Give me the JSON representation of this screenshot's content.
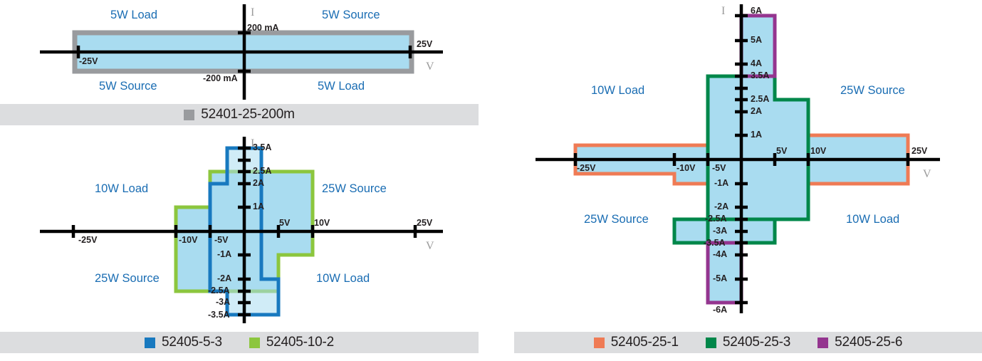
{
  "chart_data": [
    {
      "id": "chart-top-left",
      "type": "area",
      "title": "",
      "xlabel": "V",
      "ylabel": "I",
      "xlim": [
        -30,
        30
      ],
      "ylim": [
        -0.3,
        0.3
      ],
      "grid": false,
      "legend_position": "bottom",
      "quadrant_labels": {
        "top_left": "5W Load",
        "top_right": "5W Source",
        "bottom_left": "5W Source",
        "bottom_right": "5W Load"
      },
      "x_ticks": [
        {
          "value": -25,
          "label": "-25V"
        },
        {
          "value": 25,
          "label": "25V"
        }
      ],
      "y_ticks": [
        {
          "value": 0.2,
          "label": "200 mA"
        },
        {
          "value": -0.2,
          "label": "-200 mA"
        }
      ],
      "series": [
        {
          "name": "52401-25-200m",
          "color": "#999b9e",
          "fill": "#a9dcf0",
          "points": [
            [
              -25,
              0.2
            ],
            [
              25,
              0.2
            ],
            [
              25,
              -0.2
            ],
            [
              -25,
              -0.2
            ]
          ]
        }
      ]
    },
    {
      "id": "chart-bottom-left",
      "type": "area",
      "title": "",
      "xlabel": "V",
      "ylabel": "I",
      "xlim": [
        -30,
        30
      ],
      "ylim": [
        -3.8,
        3.8
      ],
      "grid": false,
      "legend_position": "bottom",
      "quadrant_labels": {
        "top_left": "10W Load",
        "top_right": "25W Source",
        "bottom_left": "25W Source",
        "bottom_right": "10W Load"
      },
      "x_ticks": [
        {
          "value": -25,
          "label": "-25V"
        },
        {
          "value": -10,
          "label": "-10V"
        },
        {
          "value": -5,
          "label": "-5V"
        },
        {
          "value": 5,
          "label": "5V"
        },
        {
          "value": 10,
          "label": "10V"
        },
        {
          "value": 25,
          "label": "25V"
        }
      ],
      "y_ticks": [
        {
          "value": 3.5,
          "label": "3.5A"
        },
        {
          "value": 2.5,
          "label": "2.5A"
        },
        {
          "value": 2,
          "label": "2A"
        },
        {
          "value": 1,
          "label": "1A"
        },
        {
          "value": -1,
          "label": "-1A"
        },
        {
          "value": -2,
          "label": "-2A"
        },
        {
          "value": -2.5,
          "label": "-2.5A"
        },
        {
          "value": -3,
          "label": "-3A"
        },
        {
          "value": -3.5,
          "label": "-3.5A"
        }
      ],
      "series": [
        {
          "name": "52405-5-3",
          "color": "#1879bf",
          "fill": "#a9dcf0",
          "points": [
            [
              -5,
              2
            ],
            [
              -2.5,
              2
            ],
            [
              -2.5,
              3.5
            ],
            [
              2.5,
              3.5
            ],
            [
              2.5,
              -2
            ],
            [
              5,
              -2
            ],
            [
              5,
              -3.5
            ],
            [
              -2.5,
              -3.5
            ],
            [
              -2.5,
              -2.5
            ],
            [
              -5,
              -2.5
            ]
          ]
        },
        {
          "name": "52405-10-2",
          "color": "#8cc63e",
          "fill": "#a9dcf0",
          "points": [
            [
              -10,
              1
            ],
            [
              -5,
              1
            ],
            [
              -5,
              2.5
            ],
            [
              10,
              2.5
            ],
            [
              10,
              -1
            ],
            [
              5,
              -1
            ],
            [
              5,
              -2.5
            ],
            [
              -10,
              -2.5
            ]
          ]
        }
      ]
    },
    {
      "id": "chart-right",
      "type": "area",
      "title": "",
      "xlabel": "V",
      "ylabel": "I",
      "xlim": [
        -30,
        30
      ],
      "ylim": [
        -6.4,
        6.4
      ],
      "grid": false,
      "legend_position": "bottom",
      "quadrant_labels": {
        "top_left": "10W Load",
        "top_right": "25W Source",
        "bottom_left": "25W Source",
        "bottom_right": "10W Load"
      },
      "x_ticks": [
        {
          "value": -25,
          "label": "-25V"
        },
        {
          "value": -10,
          "label": "-10V"
        },
        {
          "value": -5,
          "label": "-5V"
        },
        {
          "value": 5,
          "label": "5V"
        },
        {
          "value": 10,
          "label": "10V"
        },
        {
          "value": 25,
          "label": "25V"
        }
      ],
      "y_ticks": [
        {
          "value": 6,
          "label": "6A"
        },
        {
          "value": 5,
          "label": "5A"
        },
        {
          "value": 4,
          "label": "4A"
        },
        {
          "value": 3.5,
          "label": "3.5A"
        },
        {
          "value": 2.5,
          "label": "2.5A"
        },
        {
          "value": 2,
          "label": "2A"
        },
        {
          "value": 1,
          "label": "1A"
        },
        {
          "value": -1,
          "label": "-1A"
        },
        {
          "value": -2,
          "label": "-2A"
        },
        {
          "value": -2.5,
          "label": "-2.5A"
        },
        {
          "value": -3,
          "label": "-3A"
        },
        {
          "value": -3.5,
          "label": "-3.5A"
        },
        {
          "value": -4,
          "label": "-4A"
        },
        {
          "value": -5,
          "label": "-5A"
        },
        {
          "value": -6,
          "label": "-6A"
        }
      ],
      "series": [
        {
          "name": "52405-25-1",
          "color": "#ef7b55",
          "fill": "#a9dcf0",
          "points": [
            [
              -25,
              0.6
            ],
            [
              -10,
              0.6
            ],
            [
              -10,
              1
            ],
            [
              10,
              1
            ],
            [
              10,
              -0.6
            ],
            [
              25,
              -0.6
            ],
            [
              25,
              -1
            ],
            [
              -25,
              -1
            ]
          ]
        },
        {
          "name": "52405-25-3",
          "color": "#00874a",
          "fill": "#a9dcf0",
          "points": [
            [
              -5,
              1
            ],
            [
              -5,
              3.5
            ],
            [
              5,
              3.5
            ],
            [
              5,
              2.5
            ],
            [
              10,
              2.5
            ],
            [
              10,
              -1
            ],
            [
              -10,
              -1
            ],
            [
              -10,
              -2.5
            ],
            [
              -5,
              -2.5
            ],
            [
              -5,
              -3.5
            ],
            [
              5,
              -3.5
            ],
            [
              5,
              -1
            ]
          ]
        },
        {
          "name": "52405-25-6",
          "color": "#94358f",
          "fill": "#a9dcf0",
          "points": [
            [
              0,
              3.5
            ],
            [
              0,
              6
            ],
            [
              5,
              6
            ],
            [
              5,
              3.5
            ],
            [
              0,
              -3.5
            ],
            [
              0,
              -6
            ],
            [
              -5,
              -6
            ],
            [
              -5,
              -3.5
            ]
          ]
        }
      ]
    }
  ],
  "legends": {
    "top_left": {
      "items": [
        {
          "label": "52401-25-200m",
          "color": "#999b9e"
        }
      ]
    },
    "bottom_left": {
      "items": [
        {
          "label": "52405-5-3",
          "color": "#1879bf"
        },
        {
          "label": "52405-10-2",
          "color": "#8cc63e"
        }
      ]
    },
    "right": {
      "items": [
        {
          "label": "52405-25-1",
          "color": "#ef7b55"
        },
        {
          "label": "52405-25-3",
          "color": "#00874a"
        },
        {
          "label": "52405-25-6",
          "color": "#94358f"
        }
      ]
    }
  },
  "axis_names": {
    "current": "I",
    "voltage": "V"
  }
}
